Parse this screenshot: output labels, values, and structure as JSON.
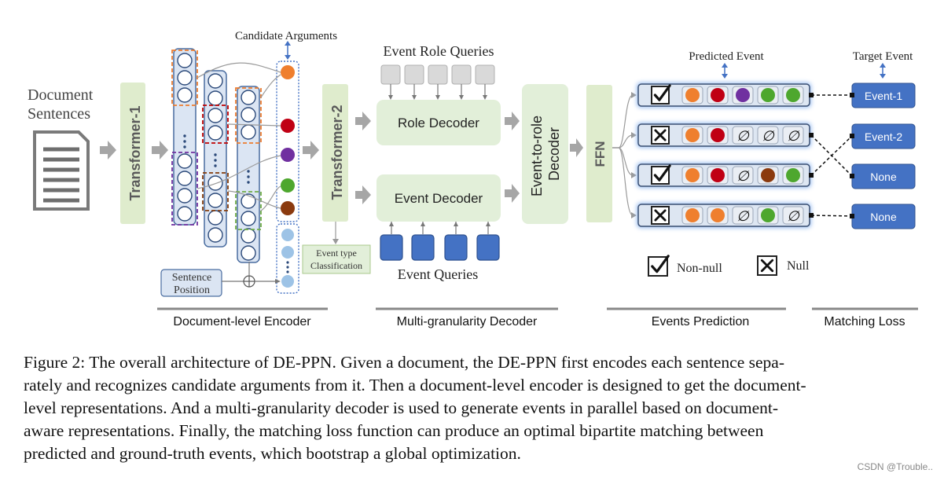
{
  "inputs": {
    "document_sentences": [
      "Document",
      "Sentences"
    ],
    "sentence_position": [
      "Sentence",
      "Position"
    ]
  },
  "blocks": {
    "transformer1": "Transformer-1",
    "transformer2": "Transformer-2",
    "role_decoder": "Role Decoder",
    "event_decoder": "Event Decoder",
    "event_to_role_decoder": [
      "Event-to-role",
      "Decoder"
    ],
    "ffn": "FFN",
    "event_type_classification": [
      "Event type",
      "Classification"
    ]
  },
  "labels": {
    "candidate_arguments": "Candidate Arguments",
    "event_role_queries": "Event Role Queries",
    "event_queries": "Event Queries",
    "predicted_event": "Predicted Event",
    "target_event": "Target Event",
    "non_null": "Non-null",
    "null": "Null",
    "null_symbol": "∅"
  },
  "stages": [
    "Document-level Encoder",
    "Multi-granularity Decoder",
    "Events Prediction",
    "Matching Loss"
  ],
  "candidate_argument_colors": [
    "#ef7f2e",
    "#c00014",
    "#7030a0",
    "#4ea72e",
    "#8b3a0e"
  ],
  "predicted_events": [
    {
      "type": "non-null",
      "args": [
        "#ef7f2e",
        "#c00014",
        "#7030a0",
        "#4ea72e",
        "#4ea72e"
      ]
    },
    {
      "type": "null",
      "args": [
        "#ef7f2e",
        "#c00014",
        "∅",
        "∅",
        "∅"
      ]
    },
    {
      "type": "non-null",
      "args": [
        "#ef7f2e",
        "#c00014",
        "∅",
        "#8b3a0e",
        "#4ea72e"
      ]
    },
    {
      "type": "null",
      "args": [
        "#ef7f2e",
        "#ef7f2e",
        "∅",
        "#4ea72e",
        "∅"
      ]
    }
  ],
  "target_events": [
    "Event-1",
    "Event-2",
    "None",
    "None"
  ],
  "caption": [
    "Figure 2: The overall architecture of DE-PPN. Given a document, the DE-PPN first encodes each sentence sepa-",
    "rately and recognizes candidate arguments from it. Then a document-level encoder is designed to get the document-",
    "level representations. And a multi-granularity decoder is used to generate events in parallel based on document-",
    "aware representations. Finally, the matching loss function can produce an optimal bipartite matching between",
    "predicted and ground-truth events, which bootstrap a global optimization."
  ],
  "watermark": "CSDN @Trouble.."
}
